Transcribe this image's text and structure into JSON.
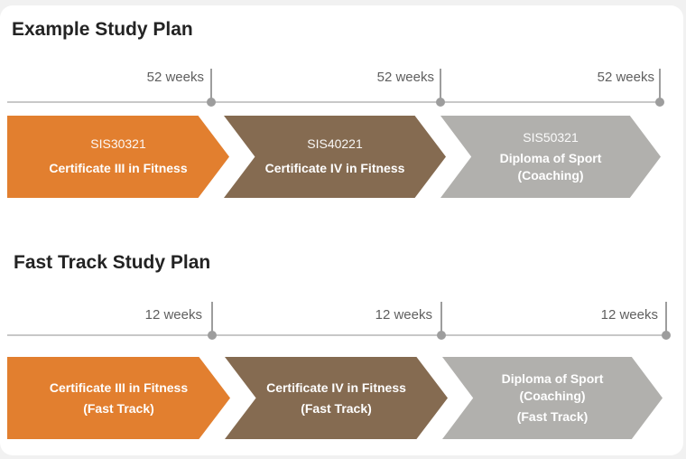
{
  "colors": {
    "orange": "#e27f2f",
    "brown": "#856b51",
    "grey": "#b1b0ad",
    "timeline": "#c8c8c8",
    "tick": "#9d9d9d"
  },
  "example": {
    "title": "Example Study Plan",
    "durations": [
      "52 weeks",
      "52 weeks",
      "52 weeks"
    ],
    "stages": [
      {
        "code": "SIS30321",
        "name": "Certificate III in Fitness"
      },
      {
        "code": "SIS40221",
        "name": "Certificate IV in Fitness"
      },
      {
        "code": "SIS50321",
        "name_line1": "Diploma of Sport",
        "name_line2": "(Coaching)"
      }
    ]
  },
  "fast_track": {
    "title": "Fast Track Study Plan",
    "durations": [
      "12 weeks",
      "12 weeks",
      "12 weeks"
    ],
    "stages": [
      {
        "name": "Certificate III in Fitness",
        "note": "(Fast Track)"
      },
      {
        "name": "Certificate IV in Fitness",
        "note": "(Fast Track)"
      },
      {
        "name_line1": "Diploma of Sport",
        "name_line2": "(Coaching)",
        "note": "(Fast Track)"
      }
    ]
  }
}
